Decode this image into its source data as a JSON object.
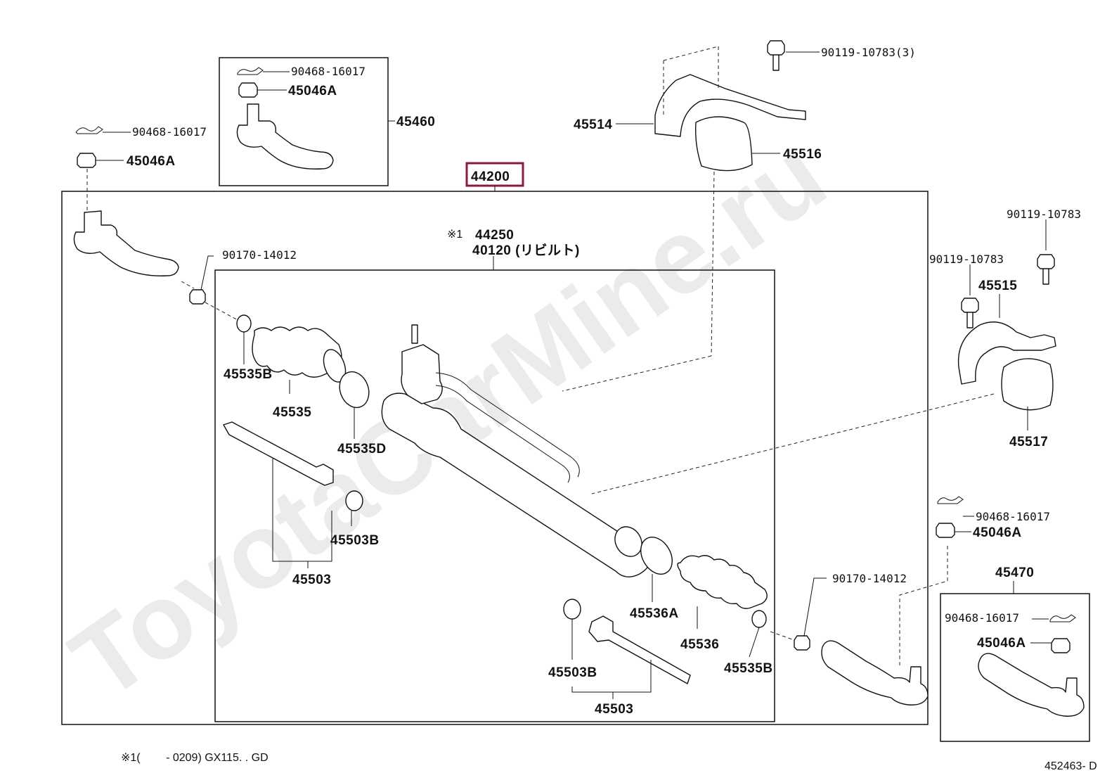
{
  "watermark": "ToyotaCarMine.ru",
  "highlight_part": "44200",
  "labels": {
    "p90119_10783_3": "90119-10783(3)",
    "p90468_16017_box1": "90468-16017",
    "p45046A_box1": "45046A",
    "p45460": "45460",
    "p90468_16017_left": "90468-16017",
    "p45046A_left": "45046A",
    "p45514": "45514",
    "p45516": "45516",
    "p44200": "44200",
    "p90119_10783_right_top": "90119-10783",
    "p90119_10783_right_mid": "90119-10783",
    "p45515": "45515",
    "p45517": "45517",
    "note_mark": "※1",
    "p44250": "44250",
    "p40120": "40120 (リビルト)",
    "p90170_14012_left": "90170-14012",
    "p45535B_left": "45535B",
    "p45535": "45535",
    "p45535D": "45535D",
    "p45503B_left": "45503B",
    "p45503_left": "45503",
    "p45536A": "45536A",
    "p45536": "45536",
    "p45535B_right": "45535B",
    "p45503B_right": "45503B",
    "p45503_right": "45503",
    "p90170_14012_right": "90170-14012",
    "p90468_16017_right": "90468-16017",
    "p45046A_right": "45046A",
    "p45470": "45470",
    "p90468_16017_box2": "90468-16017",
    "p45046A_box2": "45046A"
  },
  "footnote": "※1(　　 - 0209) GX115. . GD",
  "diagram_code": "452463- D"
}
